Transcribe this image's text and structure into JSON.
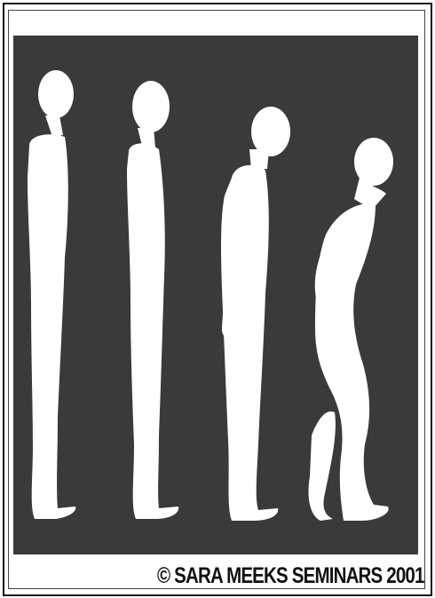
{
  "caption": {
    "text": "© SARA MEEKS SEMINARS 2001"
  },
  "colors": {
    "panel_background": "#3a3a3a",
    "figure_fill": "#ffffff",
    "caption_text": "#111111"
  },
  "illustration": {
    "figures": [
      {
        "posture": "upright"
      },
      {
        "posture": "slight-forward-head"
      },
      {
        "posture": "rounded-upper-back"
      },
      {
        "posture": "severe-stoop-bent-knees"
      }
    ]
  }
}
